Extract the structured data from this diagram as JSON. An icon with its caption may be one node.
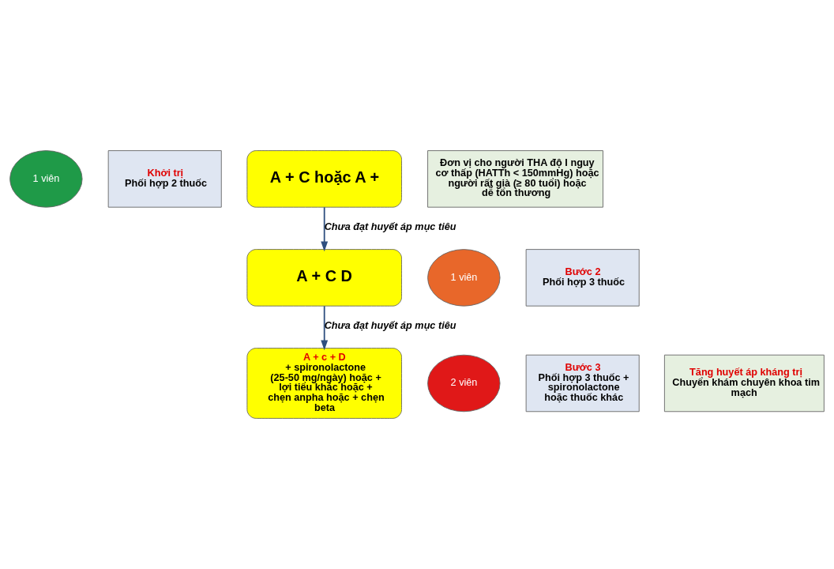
{
  "diagram": {
    "nodes": [
      {
        "text": [
          "1 viên"
        ]
      },
      {
        "text": [
          "Khởi trị",
          "Phối hợp 2 thuốc"
        ]
      },
      {
        "text": [
          "A + C hoặc A +"
        ]
      },
      {
        "text": [
          "Đơn vị cho người THA độ I nguy cơ thấp (HATTh < 150mmHg) hoặc người rất già (≥ 80 tuổi) hoặc dễ tổn thương"
        ]
      },
      {
        "text": [
          "1 viên"
        ]
      },
      {
        "text": [
          "Bước 2",
          "Phối hợp 3 thuốc"
        ]
      },
      {
        "text": [
          "A + C D"
        ]
      },
      {
        "text": [
          "2 viên"
        ]
      },
      {
        "text": [
          "Bước 3",
          "Phối hợp 3 thuốc + spironolactone hoặc thuốc khác"
        ]
      },
      {
        "text": [
          "A + c + D",
          "+ spironolactone (25-50 mg/ngày) hoặc + lợi tiểu khác hoặc + chẹn anpha hoặc + chẹn beta"
        ]
      },
      {
        "text": [
          "Tăng huyết áp kháng trị",
          "Chuyển khám chuyên khoa tim mạch"
        ]
      }
    ],
    "edges": [
      {
        "from": 2,
        "to": 6,
        "arrow": "to",
        "label": "Chưa đạt huyết áp mục tiêu"
      },
      {
        "from": 6,
        "to": 9,
        "arrow": "to",
        "label": "Chưa đạt huyết áp mục tiêu"
      }
    ]
  }
}
